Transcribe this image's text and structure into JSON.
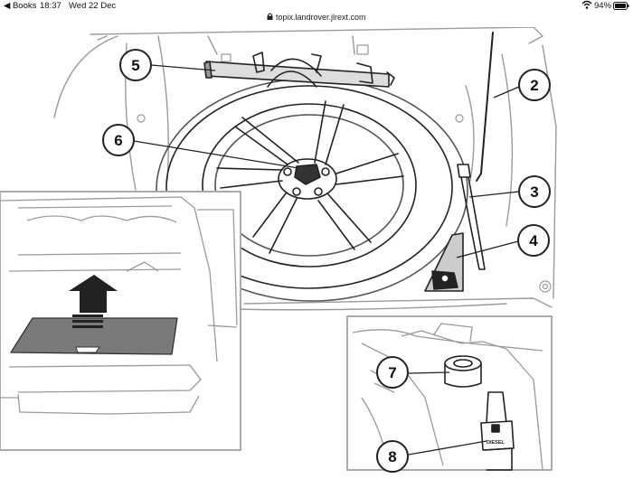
{
  "status_bar": {
    "back_app": "Books",
    "time": "18:37",
    "date": "Wed 22 Dec",
    "battery": "94%",
    "icons": [
      "back-chevron-icon",
      "wifi-icon",
      "battery-icon"
    ]
  },
  "address_bar": {
    "url": "topix.landrover.jlrext.com",
    "icon": "lock-icon"
  },
  "diagram": {
    "callouts": [
      "5",
      "2",
      "6",
      "3",
      "4",
      "7",
      "8"
    ],
    "stamp": "DIESEL"
  },
  "colors": {
    "line": "#222222",
    "faint_line": "#9a9a9a",
    "inset_frame": "#aaaaaa",
    "floor_panel": "#7a7a7a"
  }
}
